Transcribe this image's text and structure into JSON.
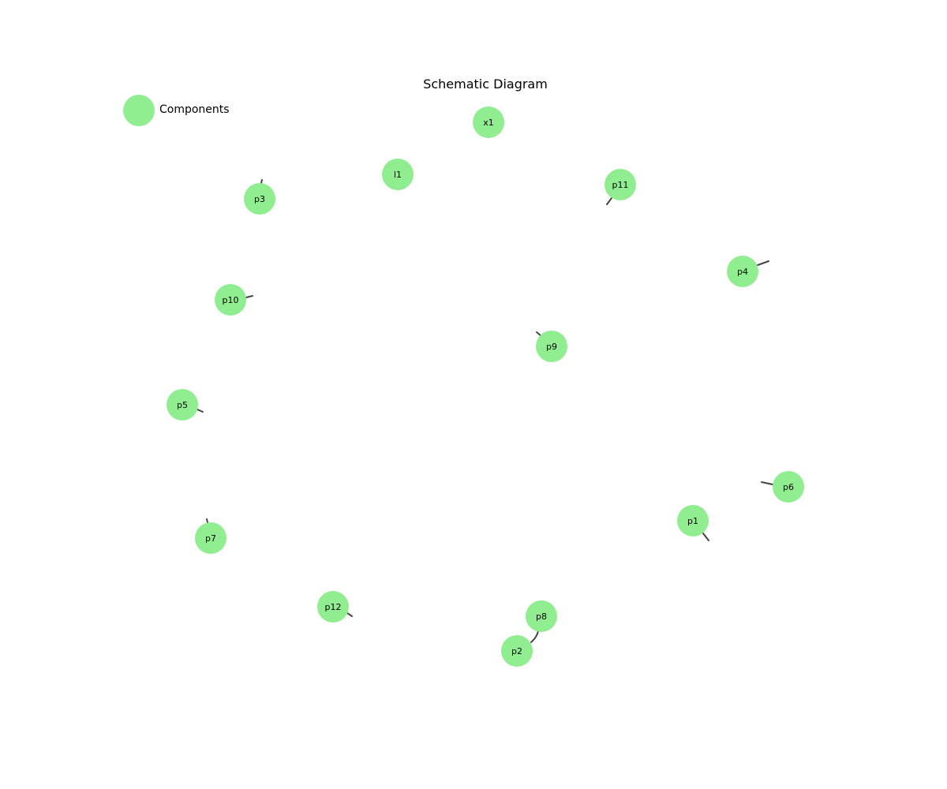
{
  "title": "Schematic Diagram",
  "legend": {
    "label": "Components"
  },
  "colors": {
    "node_fill": "#90ee90",
    "stub_stroke": "#444444",
    "text": "#000000",
    "background": "#ffffff"
  },
  "nodes": [
    {
      "id": "x1",
      "label": "x1"
    },
    {
      "id": "l1",
      "label": "l1"
    },
    {
      "id": "p11",
      "label": "p11"
    },
    {
      "id": "p3",
      "label": "p3"
    },
    {
      "id": "p4",
      "label": "p4"
    },
    {
      "id": "p10",
      "label": "p10"
    },
    {
      "id": "p9",
      "label": "p9"
    },
    {
      "id": "p5",
      "label": "p5"
    },
    {
      "id": "p6",
      "label": "p6"
    },
    {
      "id": "p1",
      "label": "p1"
    },
    {
      "id": "p7",
      "label": "p7"
    },
    {
      "id": "p12",
      "label": "p12"
    },
    {
      "id": "p8",
      "label": "p8"
    },
    {
      "id": "p2",
      "label": "p2"
    }
  ]
}
